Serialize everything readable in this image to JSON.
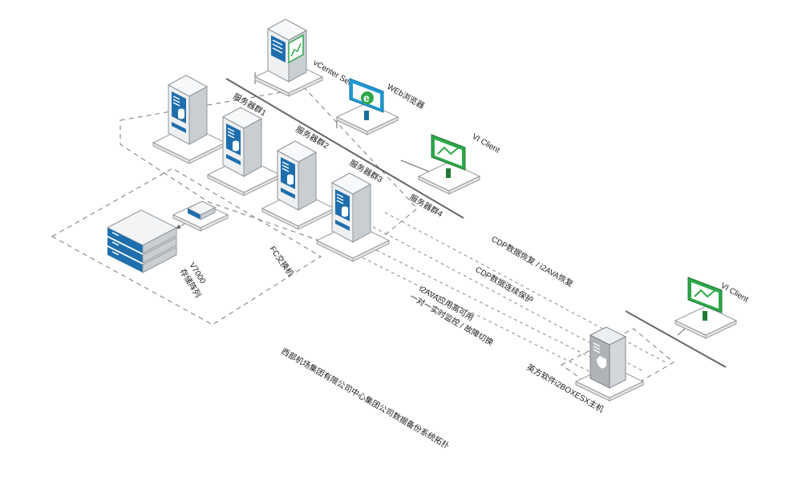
{
  "labels": {
    "vcenter": "vCenter Server",
    "web": "WEb浏览器",
    "vi_client_top": "VI Client",
    "vi_client_right": "VI Client",
    "server1": "服务器群1",
    "server2": "服务器群2",
    "server3": "服务器群3",
    "server4": "服务器群4",
    "fc_switch": "FC交换机",
    "v7000_name": "V7000",
    "v7000_desc": "存储阵列",
    "cdp_restore": "CDP数据恢复 / i2AVA恢复",
    "cdp_protect": "CDP数据连续保护",
    "ha": "i2AVA应用高可用",
    "monitor": "一对一实时监控 / 故障切换",
    "esx_host": "英方软件i2BOXESX主机",
    "caption": "西部机场集团有限公司中心集团公司数据备份系统拓扑"
  },
  "colors": {
    "server_blue": "#1f6fae",
    "monitor_blue": "#1e9ad6",
    "monitor_green": "#2ea84a",
    "esx_gray": "#9aa0a6"
  },
  "icons": {
    "vcenter": "server-chart-icon",
    "web": "browser-e-icon",
    "vi_client": "monitor-chart-icon",
    "server": "database-server-icon",
    "storage": "storage-array-icon",
    "switch": "fc-switch-icon",
    "esx": "shield-server-icon"
  }
}
